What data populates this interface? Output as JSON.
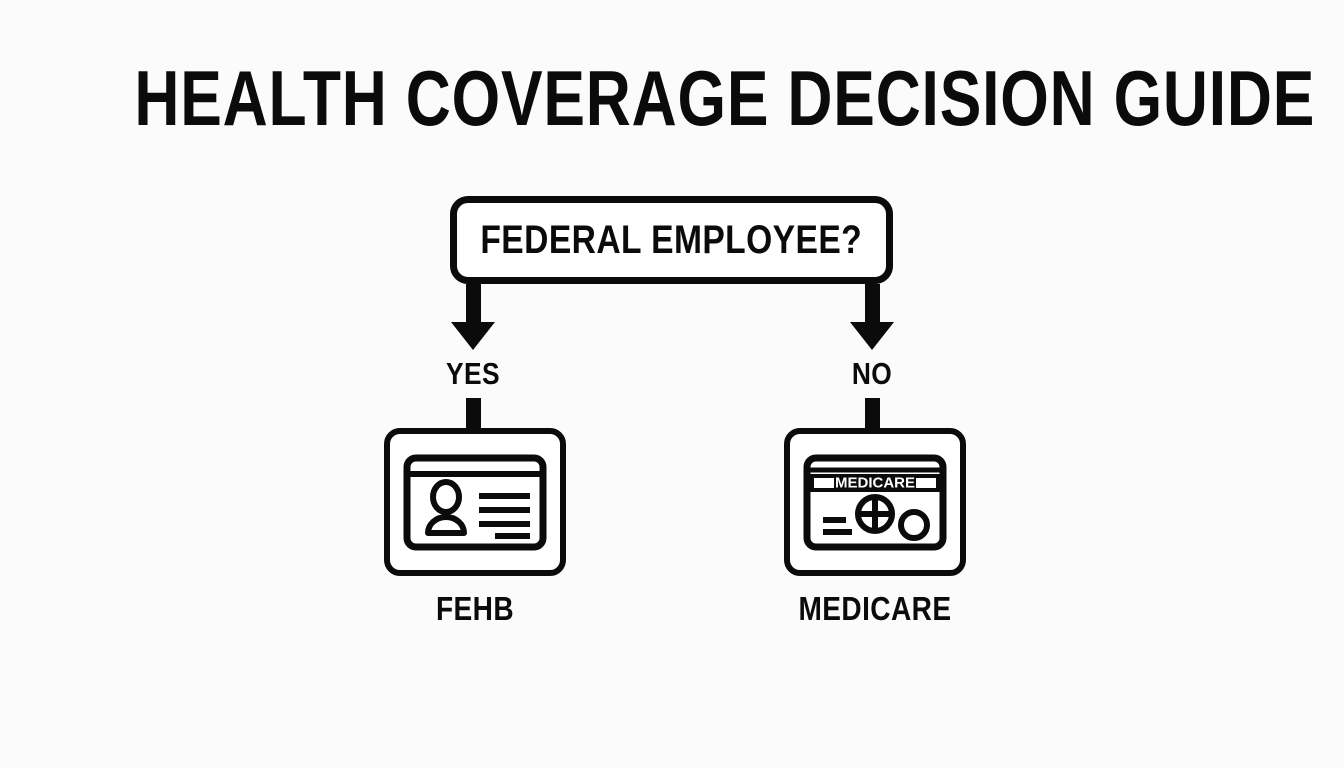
{
  "page": {
    "title": "HEALTH COVERAGE DECISION GUIDE",
    "background_color": "#fbfbfb",
    "ink_color": "#0b0b0b"
  },
  "flowchart": {
    "decision": {
      "label": "FEDERAL EMPLOYEE?"
    },
    "branches": [
      {
        "label": "YES",
        "outcome_label": "FEHB",
        "icon": "id-card-icon"
      },
      {
        "label": "NO",
        "outcome_label": "MEDICARE",
        "icon": "medicare-card-icon"
      }
    ],
    "medicare_card": {
      "band_text": "MEDICARE",
      "symbol": "medical-cross-in-circle-icon"
    }
  }
}
